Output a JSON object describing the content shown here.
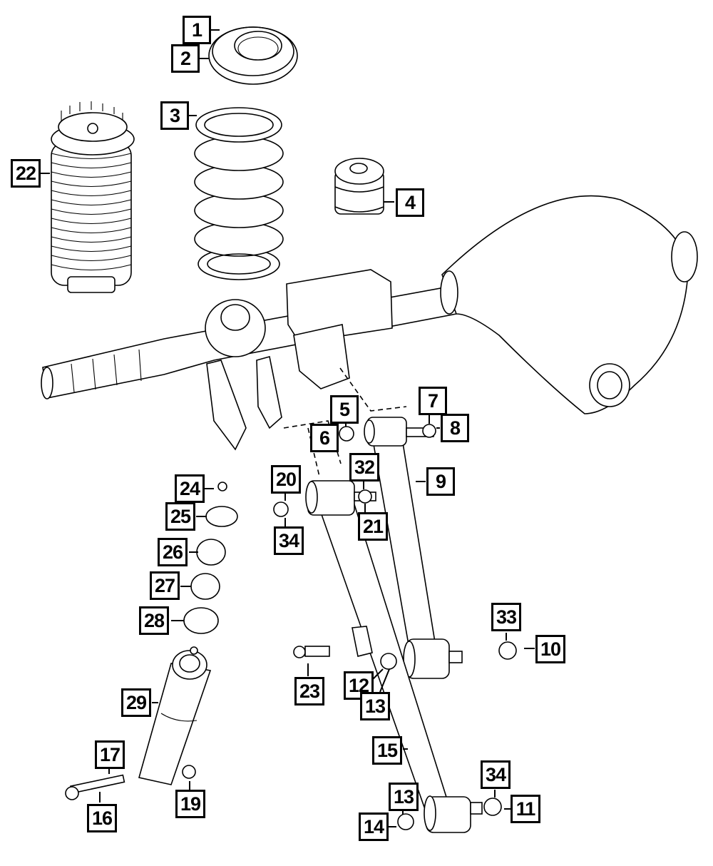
{
  "title": "Rear Suspension Exploded Parts Diagram",
  "callouts": {
    "c1": "1",
    "c2": "2",
    "c3": "3",
    "c4": "4",
    "c5": "5",
    "c6": "6",
    "c7": "7",
    "c8": "8",
    "c9": "9",
    "c10": "10",
    "c11": "11",
    "c12": "12",
    "c13a": "13",
    "c13b": "13",
    "c14": "14",
    "c15": "15",
    "c16": "16",
    "c17": "17",
    "c19": "19",
    "c20": "20",
    "c21": "21",
    "c22": "22",
    "c23": "23",
    "c24": "24",
    "c25": "25",
    "c26": "26",
    "c27": "27",
    "c28": "28",
    "c29": "29",
    "c32": "32",
    "c33": "33",
    "c34a": "34",
    "c34b": "34"
  },
  "parts": [
    {
      "id": "1",
      "part": "spring-isolator-upper"
    },
    {
      "id": "2",
      "part": "spring-isolator"
    },
    {
      "id": "3",
      "part": "coil-spring"
    },
    {
      "id": "4",
      "part": "jounce-bumper"
    },
    {
      "id": "5",
      "part": "bolt"
    },
    {
      "id": "6",
      "part": "washer"
    },
    {
      "id": "7",
      "part": "washer"
    },
    {
      "id": "8",
      "part": "nut"
    },
    {
      "id": "9",
      "part": "upper-control-arm"
    },
    {
      "id": "10",
      "part": "nut"
    },
    {
      "id": "11",
      "part": "nut"
    },
    {
      "id": "12",
      "part": "bolt"
    },
    {
      "id": "13",
      "part": "washer"
    },
    {
      "id": "14",
      "part": "bolt"
    },
    {
      "id": "15",
      "part": "lower-control-arm"
    },
    {
      "id": "16",
      "part": "bolt"
    },
    {
      "id": "17",
      "part": "washer"
    },
    {
      "id": "19",
      "part": "nut"
    },
    {
      "id": "20",
      "part": "nut"
    },
    {
      "id": "21",
      "part": "bolt"
    },
    {
      "id": "22",
      "part": "air-spring"
    },
    {
      "id": "23",
      "part": "ball-stud"
    },
    {
      "id": "24",
      "part": "nut"
    },
    {
      "id": "25",
      "part": "retainer"
    },
    {
      "id": "26",
      "part": "isolator"
    },
    {
      "id": "27",
      "part": "isolator"
    },
    {
      "id": "28",
      "part": "retainer"
    },
    {
      "id": "29",
      "part": "shock-absorber"
    },
    {
      "id": "32",
      "part": "washer"
    },
    {
      "id": "33",
      "part": "nut"
    },
    {
      "id": "34",
      "part": "nut"
    }
  ]
}
